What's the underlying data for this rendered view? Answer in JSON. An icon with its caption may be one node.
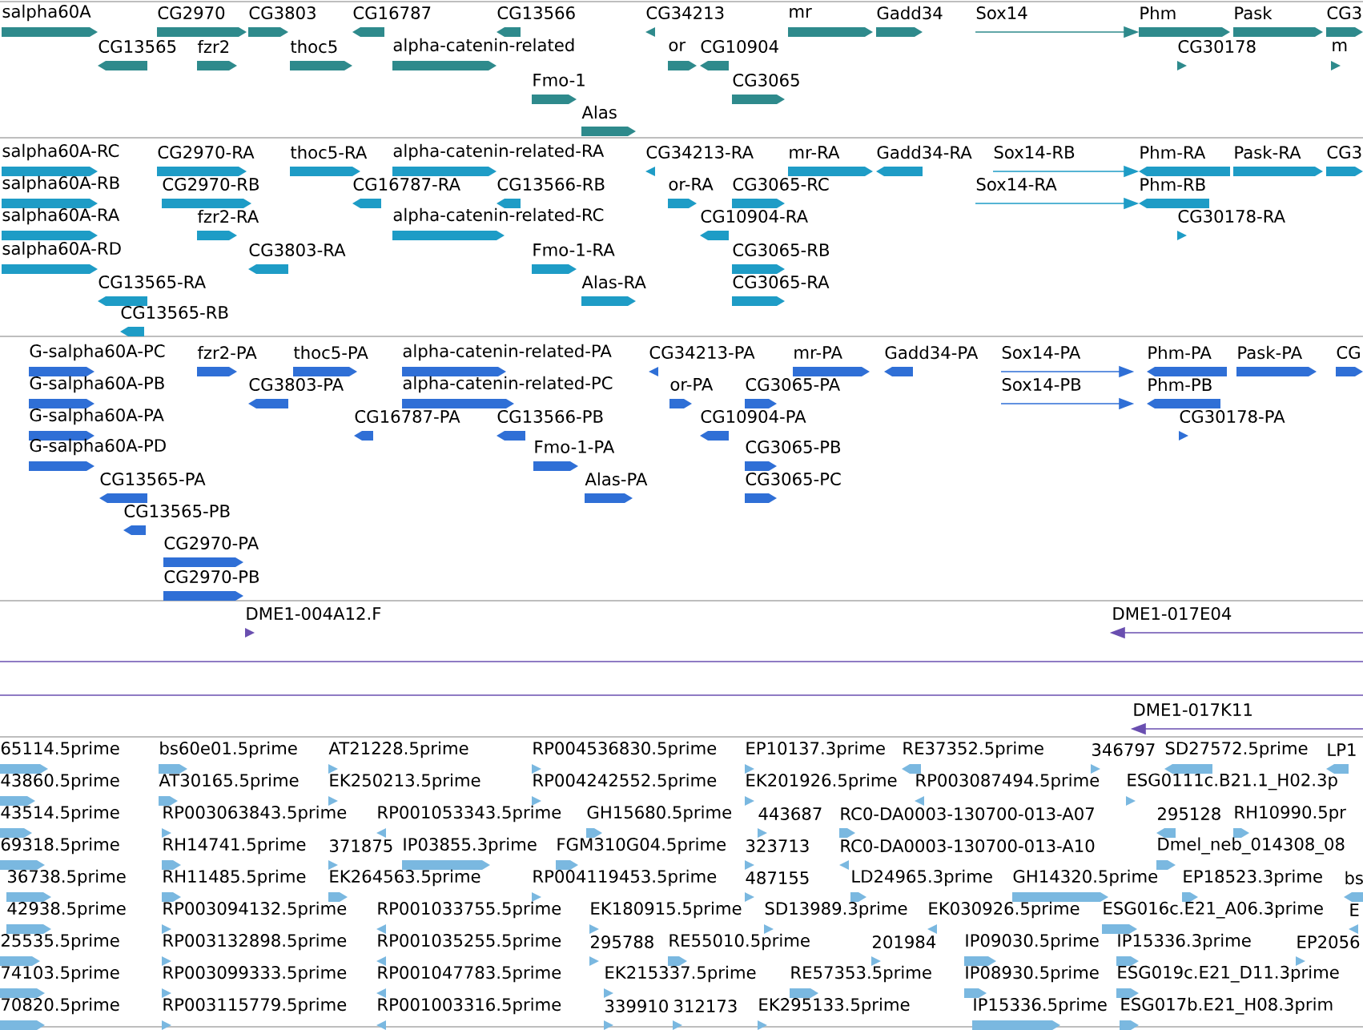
{
  "diagram": {
    "labels": [
      "salpha60A",
      "CG2970",
      "CG3803",
      "CG16787",
      "CG13566",
      "CG34213",
      "mr",
      "Gadd34",
      "Sox14",
      "Phm",
      "Pask",
      "CG3",
      "CG13565",
      "fzr2",
      "thoc5",
      "alpha-catenin-related",
      "or",
      "CG10904",
      "CG30178",
      "m",
      "Fmo-1",
      "CG3065",
      "Alas",
      "salpha60A-RC",
      "CG2970-RA",
      "thoc5-RA",
      "alpha-catenin-related-RA",
      "CG34213-RA",
      "mr-RA",
      "Gadd34-RA",
      "Sox14-RB",
      "Phm-RA",
      "Pask-RA",
      "CG3",
      "salpha60A-RB",
      "CG2970-RB",
      "CG16787-RA",
      "CG13566-RB",
      "or-RA",
      "CG3065-RC",
      "Sox14-RA",
      "Phm-RB",
      "salpha60A-RA",
      "fzr2-RA",
      "alpha-catenin-related-RC",
      "CG10904-RA",
      "CG30178-RA",
      "salpha60A-RD",
      "CG3803-RA",
      "Fmo-1-RA",
      "CG3065-RB",
      "CG13565-RA",
      "Alas-RA",
      "CG3065-RA",
      "CG13565-RB",
      "G-salpha60A-PC",
      "fzr2-PA",
      "thoc5-PA",
      "alpha-catenin-related-PA",
      "CG34213-PA",
      "mr-PA",
      "Gadd34-PA",
      "Sox14-PA",
      "Phm-PA",
      "Pask-PA",
      "CG",
      "G-salpha60A-PB",
      "CG3803-PA",
      "alpha-catenin-related-PC",
      "or-PA",
      "CG3065-PA",
      "Sox14-PB",
      "Phm-PB",
      "G-salpha60A-PA",
      "CG16787-PA",
      "CG13566-PB",
      "CG10904-PA",
      "CG30178-PA",
      "G-salpha60A-PD",
      "Fmo-1-PA",
      "CG3065-PB",
      "CG13565-PA",
      "Alas-PA",
      "CG3065-PC",
      "CG13565-PB",
      "CG2970-PA",
      "CG2970-PB",
      "DME1-004A12.F",
      "DME1-017E04",
      "DME1-017K11",
      "65114.5prime",
      "bs60e01.5prime",
      "AT21228.5prime",
      "RP004536830.5prime",
      "EP10137.3prime",
      "RE37352.5prime",
      "346797",
      "SD27572.5prime",
      "LP1",
      "43860.5prime",
      "AT30165.5prime",
      "EK250213.5prime",
      "RP004242552.5prime",
      "EK201926.5prime",
      "RP003087494.5prime",
      "ESG0111c.B21.1_H02.3p",
      "43514.5prime",
      "RP003063843.5prime",
      "RP001053343.5prime",
      "GH15680.5prime",
      "443687",
      "RC0-DA0003-130700-013-A07",
      "295128",
      "RH10990.5pr",
      "69318.5prime",
      "RH14741.5prime",
      "371875",
      "IP03855.3prime",
      "FGM310G04.5prime",
      "323713",
      "RC0-DA0003-130700-013-A10",
      "Dmel_neb_014308_08",
      "36738.5prime",
      "RH11485.5prime",
      "EK264563.5prime",
      "RP004119453.5prime",
      "487155",
      "LD24965.3prime",
      "GH14320.5prime",
      "EP18523.3prime",
      "bs",
      "42938.5prime",
      "RP003094132.5prime",
      "RP001033755.5prime",
      "EK180915.5prime",
      "SD13989.3prime",
      "EK030926.5prime",
      "ESG016c.E21_A06.3prime",
      "E",
      "25535.5prime",
      "RP003132898.5prime",
      "RP001035255.5prime",
      "295788",
      "RE55010.5prime",
      "201984",
      "IP09030.5prime",
      "IP15336.3prime",
      "EP2056",
      "74103.5prime",
      "RP003099333.5prime",
      "RP001047783.5prime",
      "EK215337.5prime",
      "RE57353.5prime",
      "IP08930.5prime",
      "ESG019c.E21_D11.3prime",
      "70820.5prime",
      "RP003115779.5prime",
      "RP001003316.5prime",
      "339910",
      "312173",
      "EK295133.5prime",
      "IP15336.5prime",
      "ESG017b.E21_H08.3prim"
    ]
  }
}
